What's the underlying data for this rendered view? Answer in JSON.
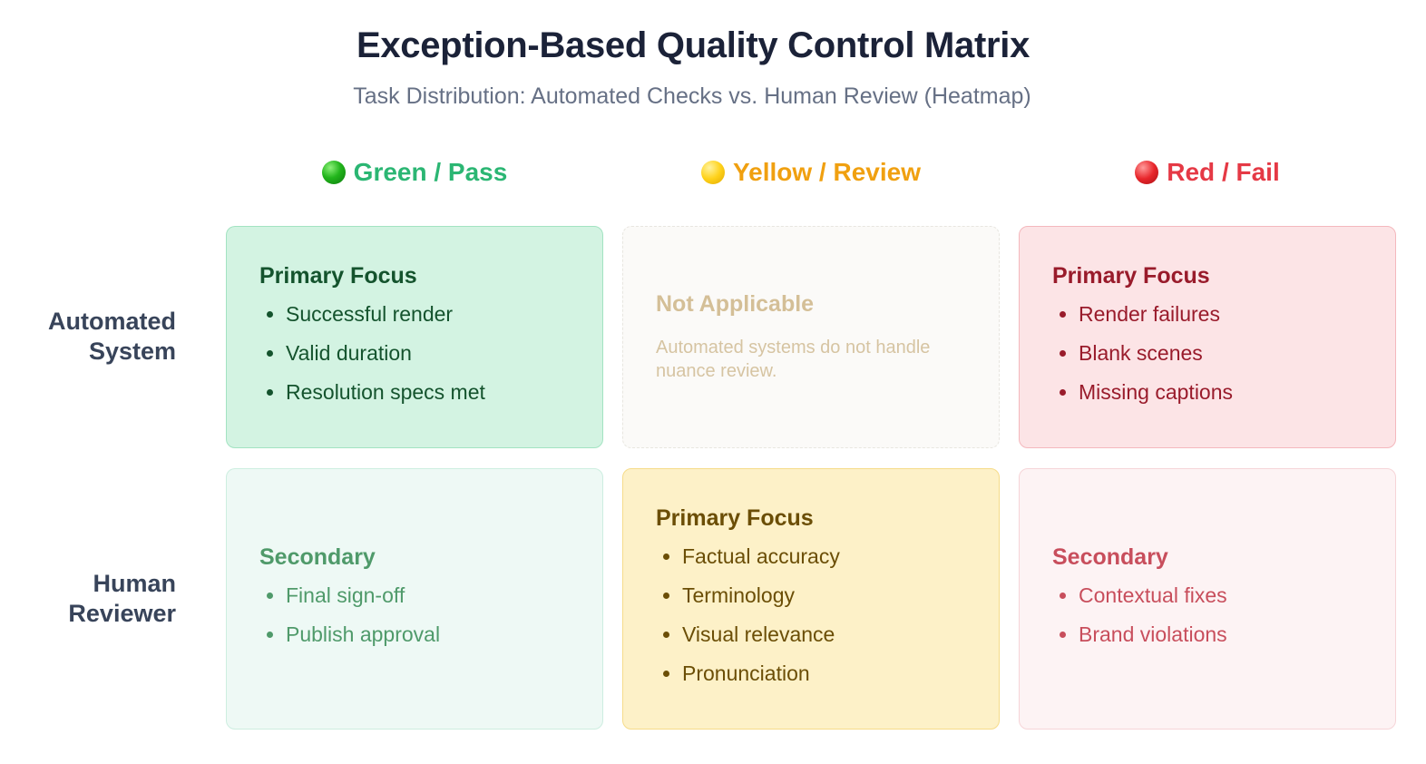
{
  "title": "Exception-Based Quality Control Matrix",
  "subtitle": "Task Distribution: Automated Checks vs. Human Review (Heatmap)",
  "columns": [
    {
      "label": "Green / Pass",
      "icon": "green-circle-icon",
      "color": "#2bb673"
    },
    {
      "label": "Yellow / Review",
      "icon": "yellow-circle-icon",
      "color": "#f0a010"
    },
    {
      "label": "Red / Fail",
      "icon": "red-circle-icon",
      "color": "#e53945"
    }
  ],
  "rows": [
    {
      "label_line1": "Automated",
      "label_line2": "System"
    },
    {
      "label_line1": "Human",
      "label_line2": "Reviewer"
    }
  ],
  "cells": {
    "auto_green": {
      "title": "Primary Focus",
      "items": [
        "Successful render",
        "Valid duration",
        "Resolution specs met"
      ]
    },
    "auto_yellow": {
      "title": "Not Applicable",
      "description": "Automated systems do not handle nuance review."
    },
    "auto_red": {
      "title": "Primary Focus",
      "items": [
        "Render failures",
        "Blank scenes",
        "Missing captions"
      ]
    },
    "human_green": {
      "title": "Secondary",
      "items": [
        "Final sign-off",
        "Publish approval"
      ]
    },
    "human_yellow": {
      "title": "Primary Focus",
      "items": [
        "Factual accuracy",
        "Terminology",
        "Visual relevance",
        "Pronunciation"
      ]
    },
    "human_red": {
      "title": "Secondary",
      "items": [
        "Contextual fixes",
        "Brand violations"
      ]
    }
  }
}
